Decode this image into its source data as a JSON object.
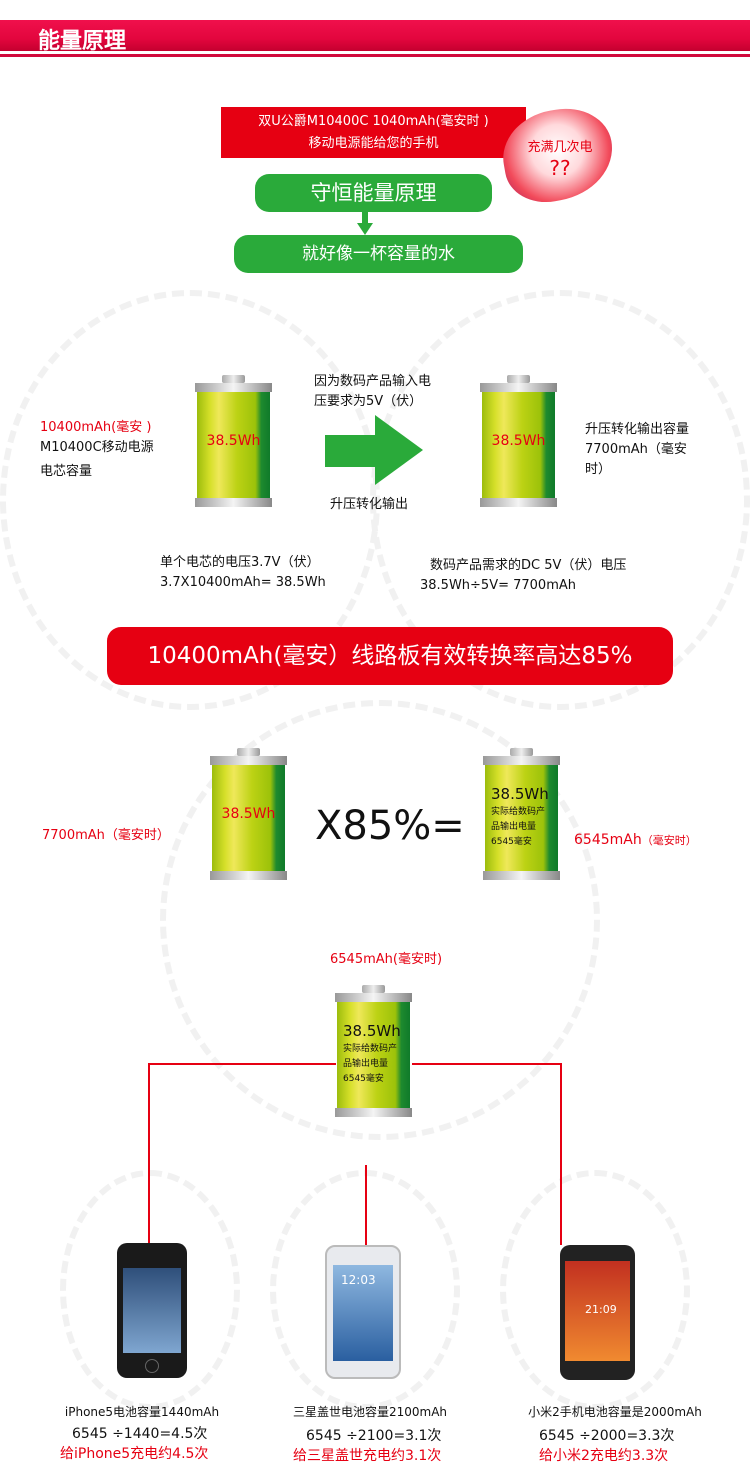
{
  "header": {
    "title": "能量原理"
  },
  "intro": {
    "line1": "双U公爵M10400C 1040mAh(毫安时 )",
    "line2": "移动电源能给您的手机",
    "bubble_text": "充满几次电",
    "bubble_q": "??"
  },
  "principle": {
    "title": "守恒能量原理",
    "subtitle": "就好像一杯容量的水"
  },
  "step1": {
    "left_label_red": "10400mAh(毫安 )",
    "left_label_1": "M10400C移动电源",
    "left_label_2": "电芯容量",
    "battery_label": "38.5Wh",
    "arrow_top_1": "因为数码产品输入电",
    "arrow_top_2": "压要求为5V（伏）",
    "arrow_bottom": "升压转化输出",
    "right_battery_label": "38.5Wh",
    "right_label_1": "升压转化输出容量",
    "right_label_2": "7700mAh（毫安",
    "right_label_3": "时）",
    "formula_left_1": "单个电芯的电压3.7V（伏）",
    "formula_left_2": "3.7X10400mAh= 38.5Wh",
    "formula_right_1": "数码产品需求的DC 5V（伏）电压",
    "formula_right_2": "38.5Wh÷5V= 7700mAh"
  },
  "banner": "10400mAh(毫安）线路板有效转换率高达85%",
  "step2": {
    "left_label": "7700mAh（毫安时）",
    "battery_label": "38.5Wh",
    "operator": "X85%=",
    "result_wh": "38.5Wh",
    "result_l1": "实际给数码产",
    "result_l2": "品输出电量",
    "result_l3": "6545毫安",
    "right_label": "6545mAh",
    "right_unit": "（毫安时）"
  },
  "step3": {
    "top_label": "6545mAh(毫安时)",
    "result_wh": "38.5Wh",
    "result_l1": "实际给数码产",
    "result_l2": "品输出电量",
    "result_l3": "6545毫安"
  },
  "phones": [
    {
      "name": "iPhone5电池容量1440mAh",
      "calc": "6545 ÷1440=4.5次",
      "result": "给iPhone5充电约4.5次"
    },
    {
      "name": "三星盖世电池容量2100mAh",
      "calc": "6545 ÷2100=3.1次",
      "result": "给三星盖世充电约3.1次",
      "screen_time": "12:03"
    },
    {
      "name": "小米2手机电池容量是2000mAh",
      "calc": "6545 ÷2000=3.3次",
      "result": "给小米2充电约3.3次",
      "screen_time": "21:09"
    }
  ],
  "colors": {
    "red": "#e60012",
    "green": "#2aaa3a",
    "header": "#e3063e"
  }
}
